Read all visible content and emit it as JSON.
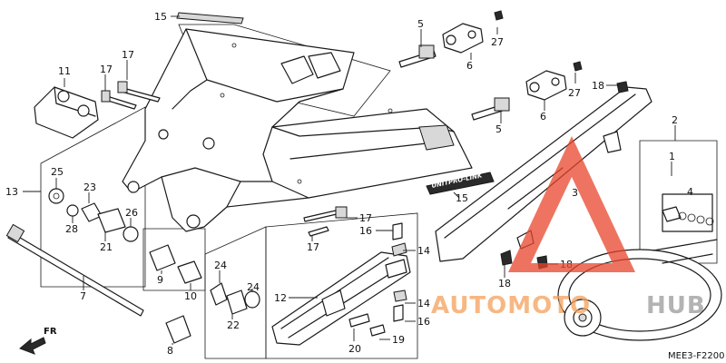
{
  "diagram": {
    "code": "MEE3-F2200",
    "front_marker": "FR",
    "label_tag": "UNITPRO-LINK"
  },
  "callouts": [
    {
      "id": "c15a",
      "text": "15"
    },
    {
      "id": "c5a",
      "text": "5"
    },
    {
      "id": "c6a",
      "text": "6"
    },
    {
      "id": "c27a",
      "text": "27"
    },
    {
      "id": "c17a",
      "text": "17"
    },
    {
      "id": "c17b",
      "text": "17"
    },
    {
      "id": "c11",
      "text": "11"
    },
    {
      "id": "c27b",
      "text": "27"
    },
    {
      "id": "c18a",
      "text": "18"
    },
    {
      "id": "c2",
      "text": "2"
    },
    {
      "id": "c5b",
      "text": "5"
    },
    {
      "id": "c6b",
      "text": "6"
    },
    {
      "id": "c1",
      "text": "1"
    },
    {
      "id": "c3",
      "text": "3"
    },
    {
      "id": "c4",
      "text": "4"
    },
    {
      "id": "c13",
      "text": "13"
    },
    {
      "id": "c25",
      "text": "25"
    },
    {
      "id": "c23",
      "text": "23"
    },
    {
      "id": "c28",
      "text": "28"
    },
    {
      "id": "c26",
      "text": "26"
    },
    {
      "id": "c21",
      "text": "21"
    },
    {
      "id": "c15b",
      "text": "15"
    },
    {
      "id": "c17c",
      "text": "17"
    },
    {
      "id": "c17d",
      "text": "17"
    },
    {
      "id": "c16a",
      "text": "16"
    },
    {
      "id": "c14a",
      "text": "14"
    },
    {
      "id": "c18b",
      "text": "18"
    },
    {
      "id": "c18c",
      "text": "18"
    },
    {
      "id": "c9",
      "text": "9"
    },
    {
      "id": "c24a",
      "text": "24"
    },
    {
      "id": "c24b",
      "text": "24"
    },
    {
      "id": "c10",
      "text": "10"
    },
    {
      "id": "c7",
      "text": "7"
    },
    {
      "id": "c12",
      "text": "12"
    },
    {
      "id": "c14b",
      "text": "14"
    },
    {
      "id": "c16b",
      "text": "16"
    },
    {
      "id": "c22",
      "text": "22"
    },
    {
      "id": "c8",
      "text": "8"
    },
    {
      "id": "c20",
      "text": "20"
    },
    {
      "id": "c19",
      "text": "19"
    }
  ],
  "watermark": {
    "part1": "AUTOMOTO",
    "part2": "HUB",
    "color_orange": "#f5a05a",
    "color_gray": "#9a9a9a",
    "logo_color": "#e8452c"
  }
}
